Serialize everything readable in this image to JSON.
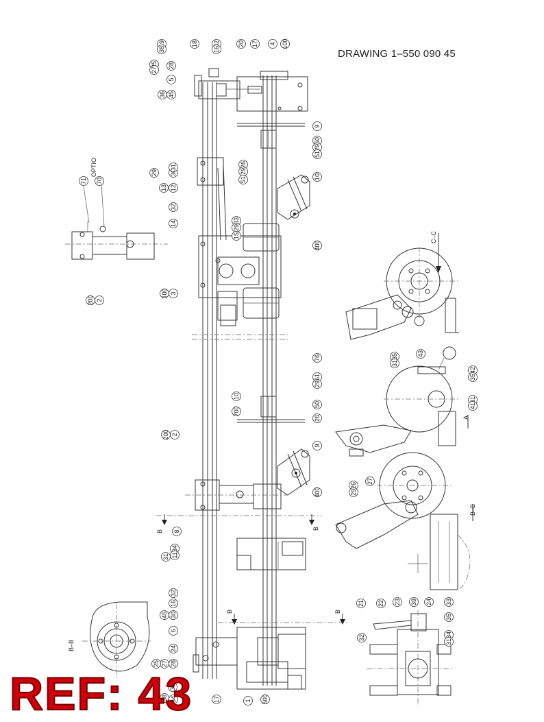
{
  "drawing_title": "DRAWING 1–550 090 45",
  "ref_label": "REF: 43",
  "option_label": "OPTIO",
  "section_labels": {
    "cc": "C–C",
    "bb_right": "B–B",
    "bb_left": "B–B",
    "a": "A",
    "b_left": "B",
    "b_right": "B",
    "b_lower_left": "B",
    "b_lower_right": "B"
  },
  "callouts_top": [
    "19",
    "38",
    "18",
    "32",
    "16",
    "20",
    "17",
    "4",
    "100"
  ],
  "callouts_top_left": [
    "25",
    "27",
    "28",
    "5",
    "45",
    "36"
  ],
  "callouts_mid_left": [
    "30",
    "31",
    "29",
    "12",
    "13",
    "32",
    "14"
  ],
  "callouts_mid_right": [
    "9",
    "50",
    "29",
    "51",
    "26",
    "29",
    "51",
    "10",
    "400"
  ],
  "callouts_column": [
    "33",
    "29",
    "15",
    "3",
    "100"
  ],
  "callouts_option": [
    "71",
    "70",
    "2",
    "200"
  ],
  "callouts_center": [
    "76",
    "51",
    "29",
    "10",
    "50",
    "26",
    "700",
    "9",
    "400"
  ],
  "callouts_lower_left": [
    "2",
    "200",
    "8",
    "34",
    "11",
    "31"
  ],
  "callouts_lower_frame": [
    "32",
    "16",
    "30",
    "45",
    "6",
    "24",
    "28",
    "27",
    "25",
    "38",
    "33",
    "34",
    "17",
    "1",
    "500"
  ],
  "callouts_right_mid": [
    "35",
    "31",
    "43",
    "42",
    "35",
    "31",
    "41",
    "26",
    "29",
    "27"
  ],
  "callouts_right_bottom": [
    "21",
    "22",
    "23",
    "39",
    "24",
    "33",
    "35",
    "34",
    "31",
    "32"
  ]
}
